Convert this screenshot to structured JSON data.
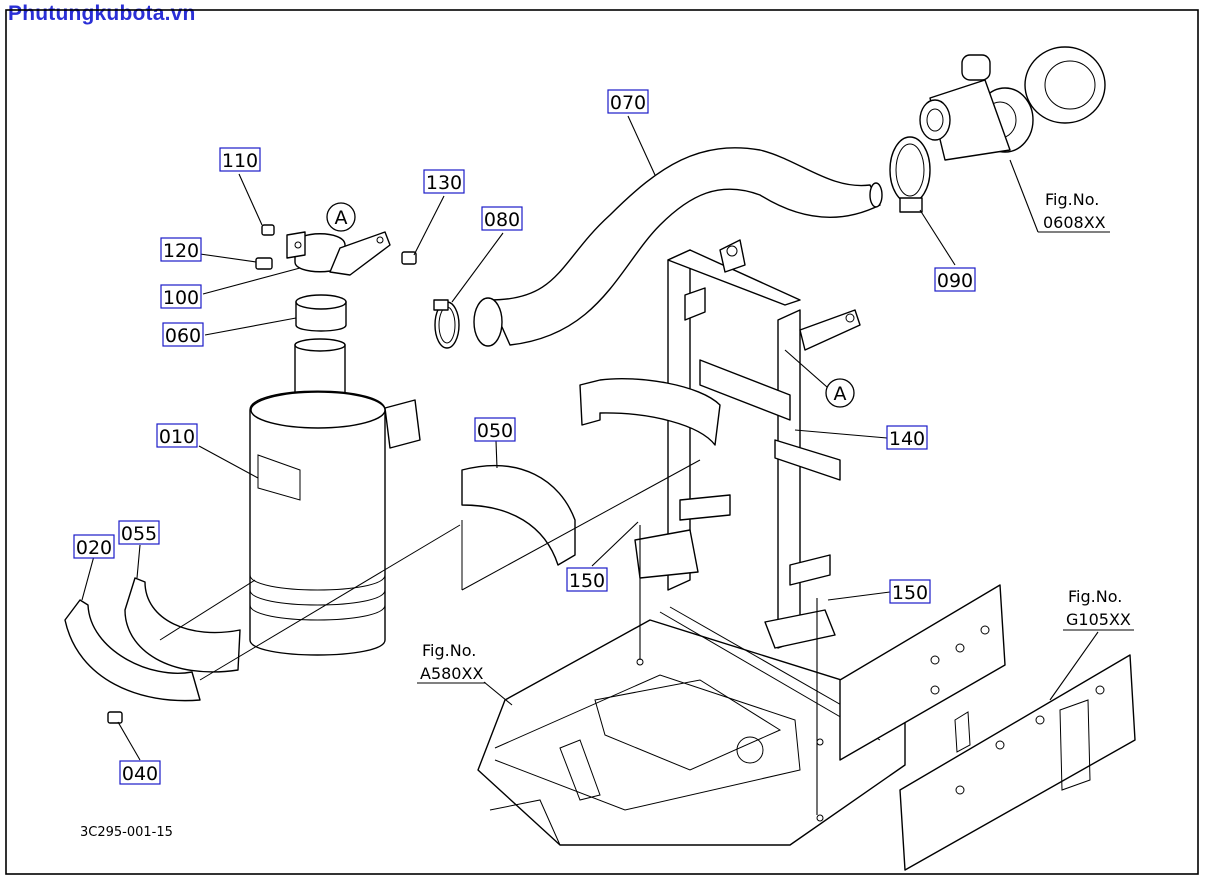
{
  "header": {
    "site": "Phutungkubota.vn"
  },
  "drawing": {
    "code": "3C295-001-15",
    "reference_mark": "A",
    "callouts": {
      "c010": "010",
      "c020": "020",
      "c040": "040",
      "c050": "050",
      "c055": "055",
      "c060": "060",
      "c070": "070",
      "c080": "080",
      "c090": "090",
      "c100": "100",
      "c110": "110",
      "c120": "120",
      "c130": "130",
      "c140": "140",
      "c150a": "150",
      "c150b": "150"
    },
    "fig_refs": {
      "turbo": {
        "label": "Fig.No.",
        "number": "0608XX"
      },
      "frame": {
        "label": "Fig.No.",
        "number": "G105XX"
      },
      "floor": {
        "label": "Fig.No.",
        "number": "A580XX"
      }
    }
  }
}
